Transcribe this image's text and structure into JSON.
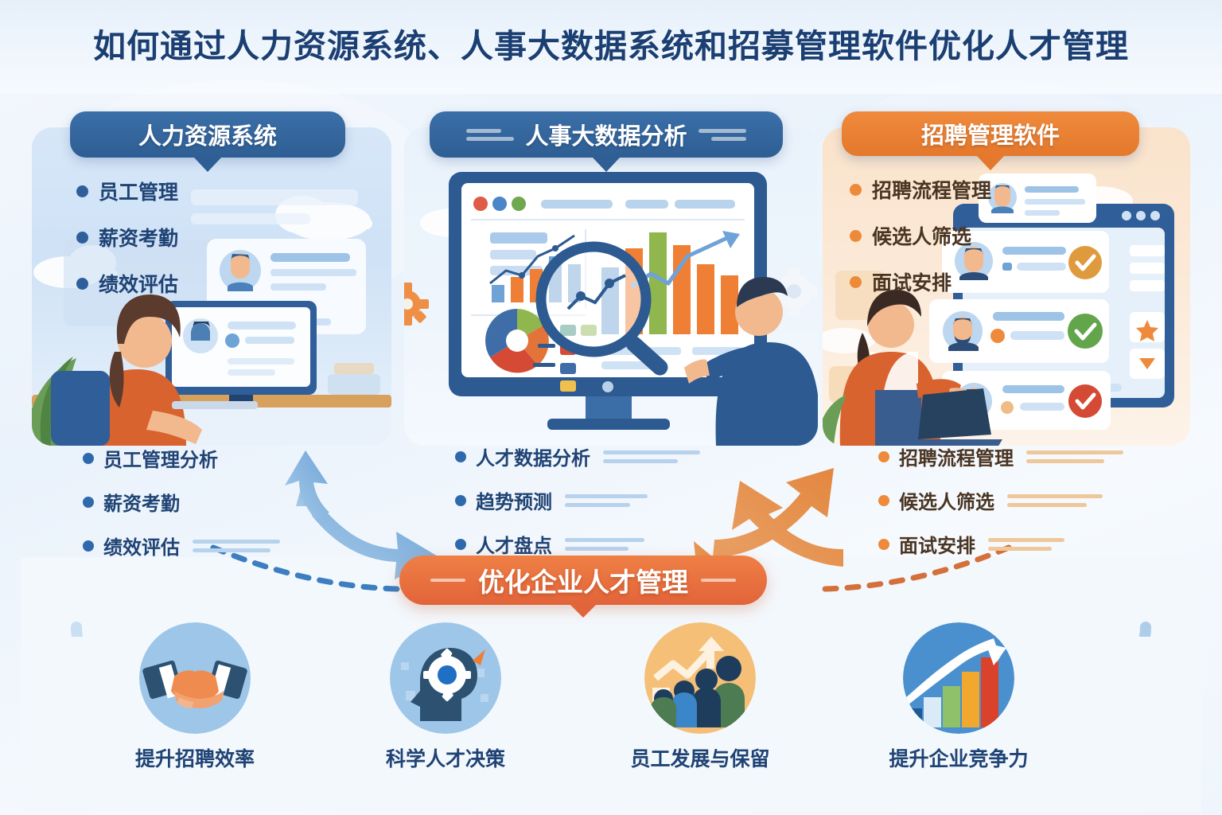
{
  "title": "如何通过人力资源系统、人事大数据系统和招募管理软件优化人才管理",
  "colors": {
    "brand_blue": "#2e5e93",
    "brand_blue_dark": "#1f4374",
    "brand_orange": "#e4782c",
    "accent_orange": "#ef8a3c",
    "banner_orange": "#e2643a",
    "panel_blue_bg": "#d7e7f8",
    "panel_orange_bg": "#fae3cb",
    "page_bg": "#eef5fc"
  },
  "panels": [
    {
      "id": "hr-system",
      "header": "人力资源系统",
      "header_style": "blue",
      "bullets": [
        "员工管理",
        "薪资考勤",
        "绩效评估"
      ],
      "illustration": "woman-at-desk-with-employee-profile-cards"
    },
    {
      "id": "hr-big-data",
      "header": "人事大数据分析",
      "header_style": "blue",
      "bullets": [],
      "illustration": "man-with-magnifier-at-dashboard-monitor"
    },
    {
      "id": "recruiting-software",
      "header": "招聘管理软件",
      "header_style": "orange",
      "bullets": [
        "招聘流程管理",
        "候选人筛选",
        "面试安排"
      ],
      "illustration": "woman-with-laptop-and-candidate-cards"
    }
  ],
  "feature_lists": [
    {
      "id": "left",
      "style": "blue",
      "items": [
        "员工管理分析",
        "薪资考勤",
        "绩效评估"
      ]
    },
    {
      "id": "middle",
      "style": "blue",
      "items": [
        "人才数据分析",
        "趋势预测",
        "人才盘点"
      ]
    },
    {
      "id": "right",
      "style": "orange",
      "items": [
        "招聘流程管理",
        "候选人筛选",
        "面试安排"
      ]
    }
  ],
  "center_banner": {
    "label": "优化企业人才管理"
  },
  "benefits": [
    {
      "label": "提升招聘效率",
      "icon": "handshake-icon",
      "circle_color": "#9ec6e8"
    },
    {
      "label": "科学人才决策",
      "icon": "head-gear-icon",
      "circle_color": "#9ec6e8"
    },
    {
      "label": "员工发展与保留",
      "icon": "team-growth-icon",
      "circle_color": "#f5bf78"
    },
    {
      "label": "提升企业竞争力",
      "icon": "bar-chart-up-icon",
      "circle_color": "#4a90cf"
    }
  ],
  "arrows": {
    "left_arrow": "blue-double-curved-arrow",
    "right_arrow": "orange-double-curved-arrow",
    "left_dashed": "blue-dashed-curve",
    "right_dashed": "orange-dashed-curve"
  },
  "dashboard": {
    "window_dots": [
      "#e05a46",
      "#4a86c8",
      "#6fa84f"
    ],
    "donut_segments": [
      "#3e6da8",
      "#8fb74e",
      "#e2743a",
      "#d44a35",
      "#f0c04e"
    ],
    "magnifier": "magnifying-glass-icon"
  },
  "candidate_cards": [
    {
      "check_color": "#e09a3e"
    },
    {
      "check_color": "#62a54b"
    },
    {
      "check_color": "#d44a35"
    }
  ]
}
